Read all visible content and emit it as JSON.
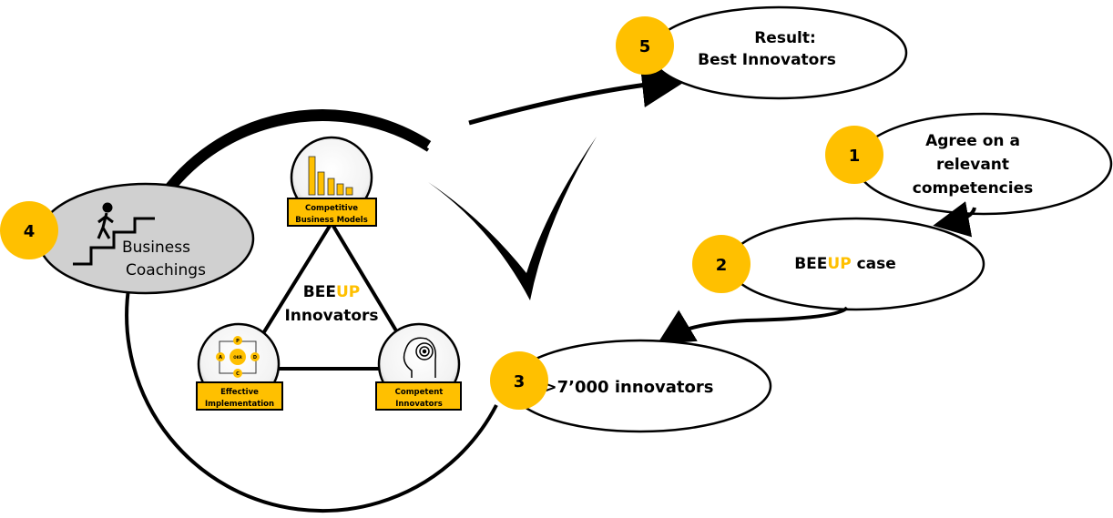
{
  "center": {
    "title_part1": "BEE",
    "title_part2": "UP",
    "subtitle": "Innovators"
  },
  "pillars": [
    {
      "line1": "Competitive",
      "line2": "Business Models"
    },
    {
      "line1": "Effective",
      "line2": "Implementation"
    },
    {
      "line1": "Competent",
      "line2": "Innovators"
    }
  ],
  "okr": {
    "center": "OKR",
    "p": "P",
    "d": "D",
    "c": "C",
    "a": "A"
  },
  "steps": [
    {
      "number": "1",
      "line1": "Agree on a",
      "line2": "relevant",
      "line3": "competencies"
    },
    {
      "number": "2",
      "label_part1": "BEE",
      "label_part2": "UP",
      "label_part3": " case"
    },
    {
      "number": "3",
      "label": ">7’000 innovators"
    },
    {
      "number": "4",
      "line1": "Business",
      "line2": "Coachings"
    },
    {
      "number": "5",
      "line1": "Result:",
      "line2": "Best Innovators"
    }
  ],
  "colors": {
    "accent": "#FFC000",
    "gray": "#D0D0D0",
    "dark": "#000000"
  }
}
